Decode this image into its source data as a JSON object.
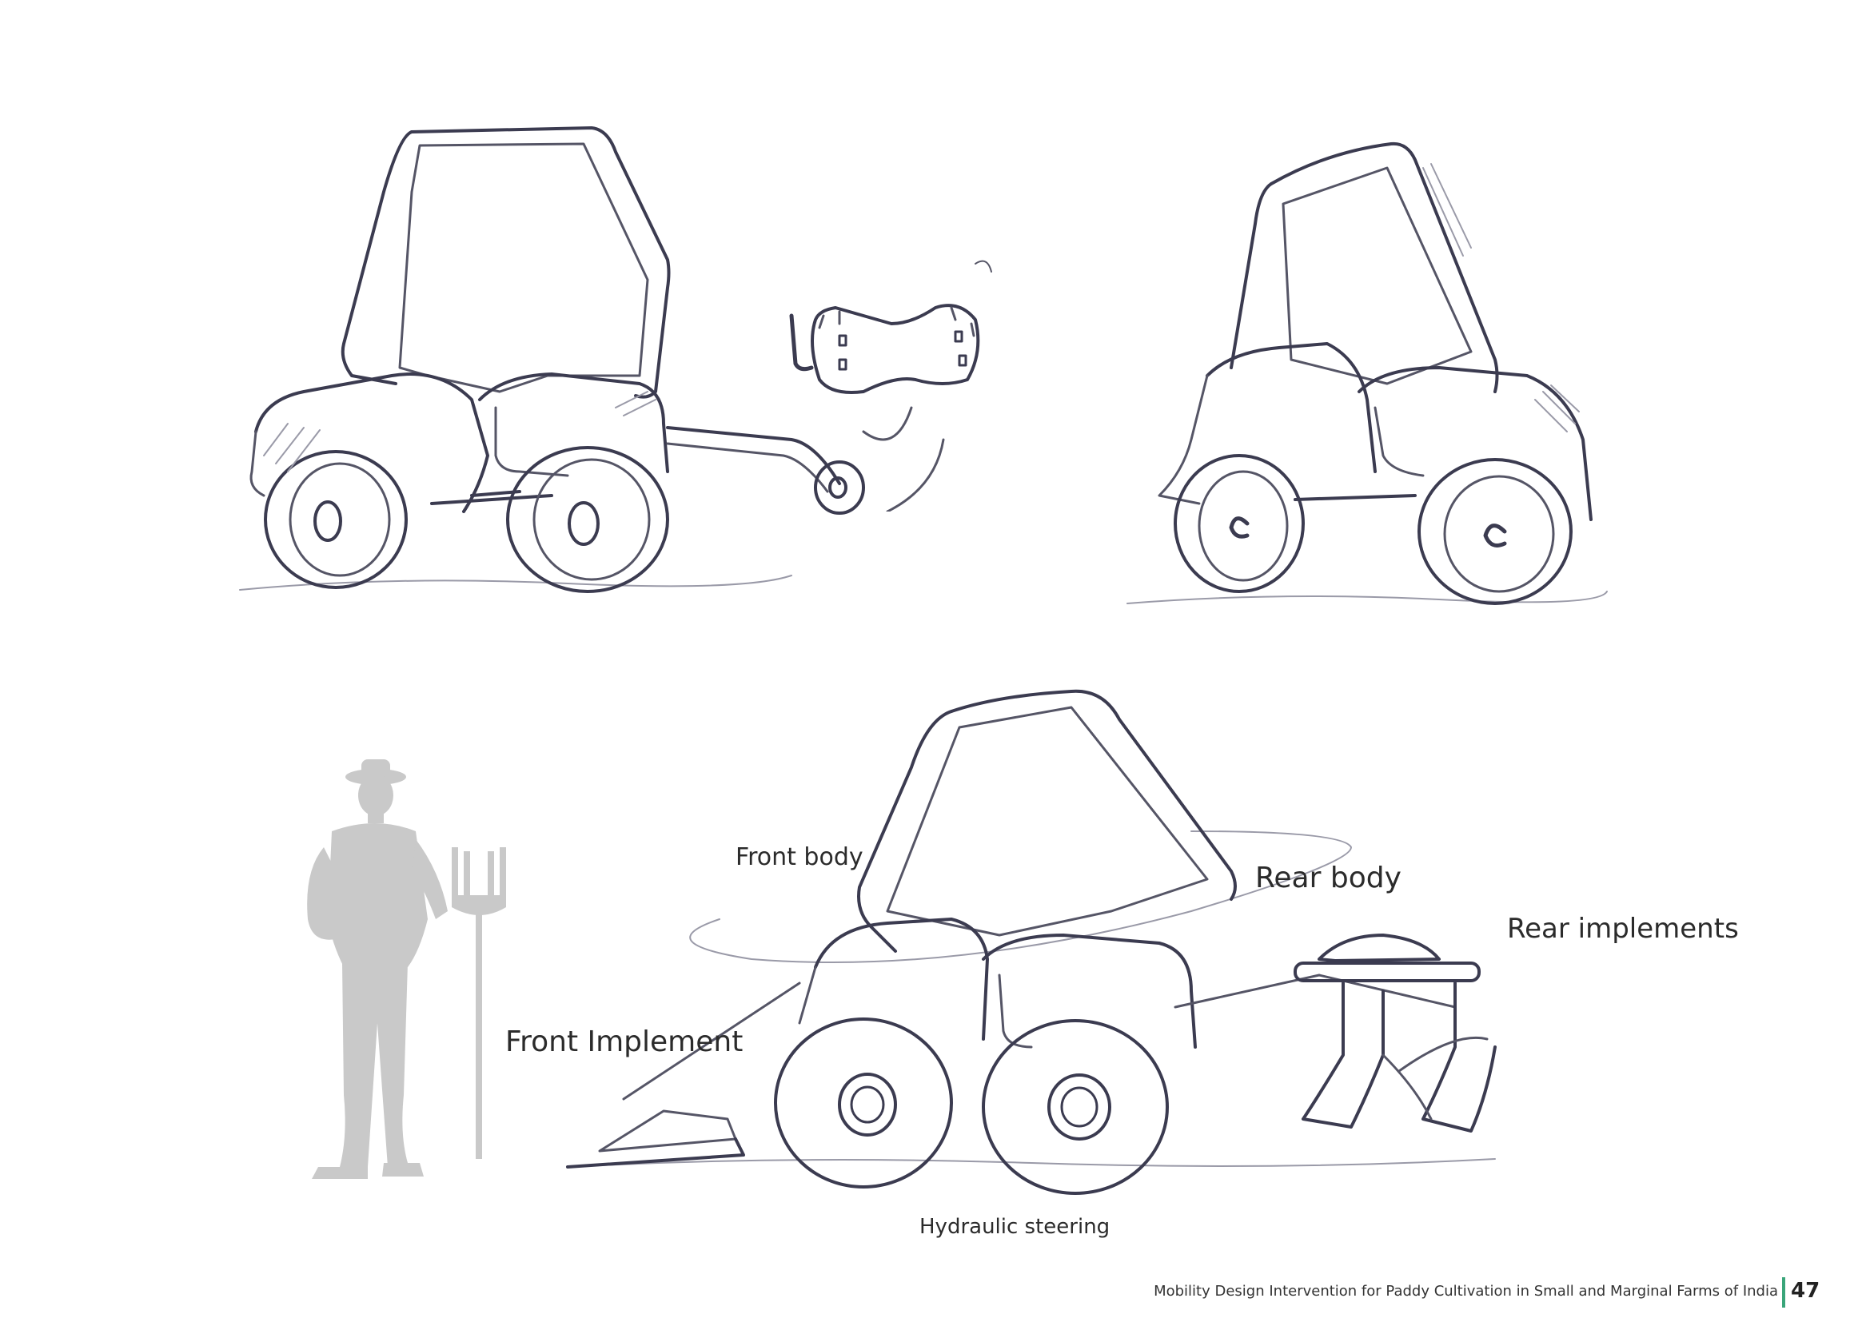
{
  "labels": {
    "front_body": "Front body",
    "rear_body": "Rear body",
    "rear_implements": "Rear implements",
    "front_implement": "Front Implement",
    "hydraulic_steering": "Hydraulic steering"
  },
  "footer": {
    "title": "Mobility Design Intervention for Paddy Cultivation in Small and Marginal Farms of India",
    "page_number": "47"
  },
  "colors": {
    "accent_bar": "#3aa57a",
    "silhouette": "#c9c9c9"
  }
}
